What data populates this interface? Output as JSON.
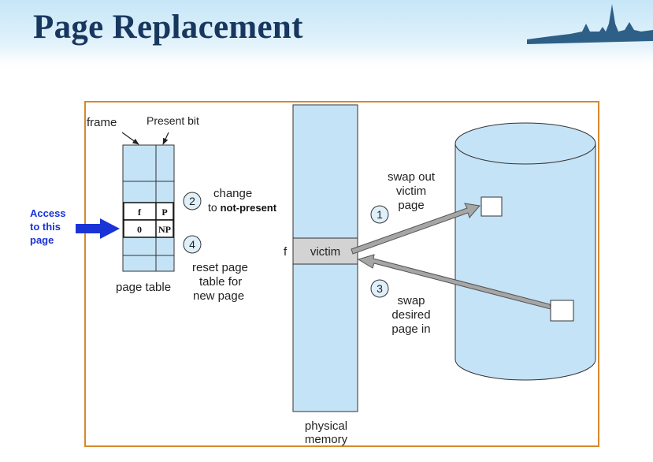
{
  "slide": {
    "title": "Page Replacement"
  },
  "diagram": {
    "labels": {
      "frame": "frame",
      "present_bit": "Present bit",
      "page_table": "page table",
      "physical_memory_line1": "physical",
      "physical_memory_line2": "memory",
      "f_marker": "f",
      "victim": "victim",
      "access_line1": "Access",
      "access_line2": "to this",
      "access_line3": "page"
    },
    "page_table_entries": {
      "row1_frame": "f",
      "row1_bit": "P",
      "row2_frame": "0",
      "row2_bit": "NP"
    },
    "steps": [
      {
        "number": "1",
        "line1": "swap out",
        "line2": "victim",
        "line3": "page"
      },
      {
        "number": "2",
        "line1": "change",
        "line2_prefix": "to ",
        "line2_bold": "not-present"
      },
      {
        "number": "3",
        "line1": "swap",
        "line2": "desired",
        "line3": "page in"
      },
      {
        "number": "4",
        "line1": "reset page",
        "line2": "table for",
        "line3": "new page"
      }
    ],
    "colors": {
      "title": "#17375e",
      "fill_light_blue": "#c5e3f6",
      "victim_fill": "#d3d3d3",
      "frame_border": "#d7892c",
      "access_blue": "#1a33d6",
      "arrow_gray": "#8a8a8a"
    }
  }
}
